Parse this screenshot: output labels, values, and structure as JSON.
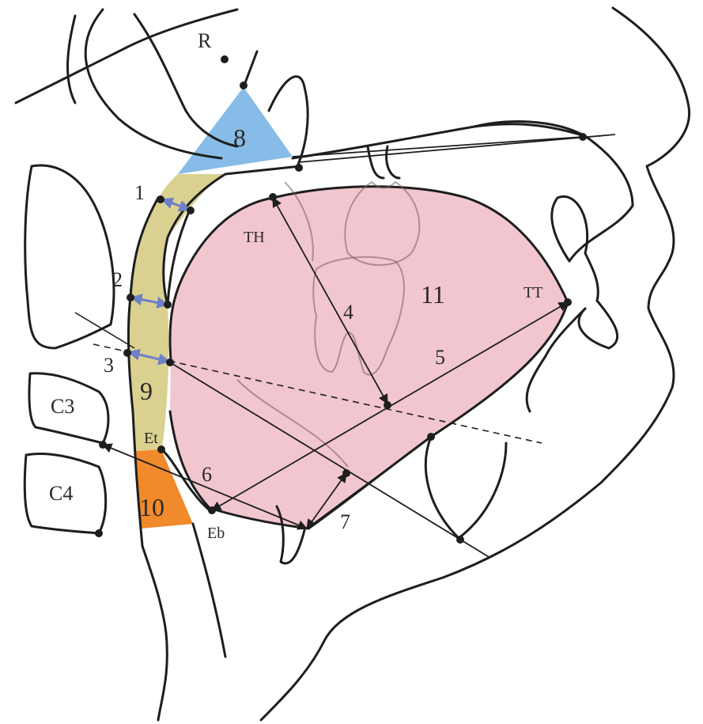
{
  "points": {
    "R": "R",
    "TH": "TH",
    "TT": "TT",
    "Et": "Et",
    "Eb": "Eb"
  },
  "vertebrae": {
    "c3": "C3",
    "c4": "C4"
  },
  "measurements": {
    "m1": "1",
    "m2": "2",
    "m3": "3",
    "m4": "4",
    "m5": "5",
    "m6": "6",
    "m7": "7"
  },
  "regions": {
    "r8": "8",
    "r9": "9",
    "r10": "10",
    "r11": "11"
  },
  "colors": {
    "region_8": "#7fb8e6",
    "region_9": "#d8cf8a",
    "region_10": "#f08a2a",
    "region_11": "#f2c6cf",
    "blue_arrows": "#6f7fc8"
  }
}
